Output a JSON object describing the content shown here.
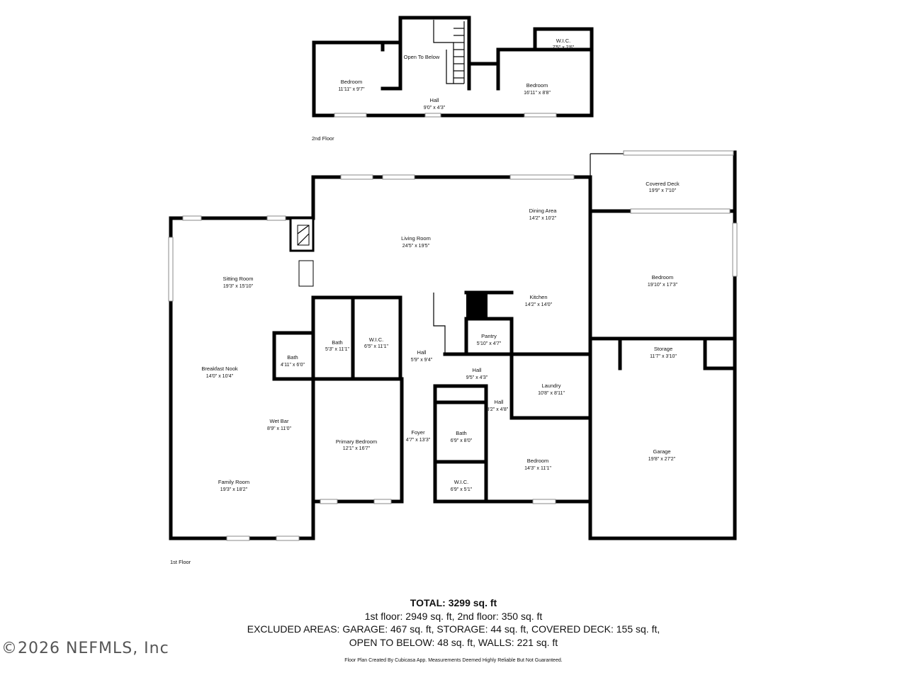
{
  "floors": {
    "second": {
      "label": "2nd Floor"
    },
    "first": {
      "label": "1st Floor"
    }
  },
  "rooms2": [
    {
      "name": "Bedroom",
      "dim": "11'11\" x 9'7\""
    },
    {
      "name": "Open To Below",
      "dim": ""
    },
    {
      "name": "W.I.C.",
      "dim": "7'5\" x 2'6\""
    },
    {
      "name": "Bedroom",
      "dim": "16'11\" x 8'8\""
    },
    {
      "name": "Hall",
      "dim": "9'0\" x 4'3\""
    }
  ],
  "rooms1": [
    {
      "name": "Covered Deck",
      "dim": "19'9\" x 7'10\""
    },
    {
      "name": "Dining Area",
      "dim": "14'2\" x 10'2\""
    },
    {
      "name": "Living Room",
      "dim": "24'5\" x 19'5\""
    },
    {
      "name": "Sitting Room",
      "dim": "19'3\" x 15'10\""
    },
    {
      "name": "Bedroom",
      "dim": "19'10\" x 17'3\""
    },
    {
      "name": "Kitchen",
      "dim": "14'2\" x 14'0\""
    },
    {
      "name": "Bath",
      "dim": "5'3\" x 11'1\""
    },
    {
      "name": "W.I.C.",
      "dim": "6'5\" x 11'1\""
    },
    {
      "name": "Pantry",
      "dim": "5'10\" x 4'7\""
    },
    {
      "name": "Storage",
      "dim": "11'7\" x 3'10\""
    },
    {
      "name": "Hall",
      "dim": "5'9\" x 9'4\""
    },
    {
      "name": "Bath",
      "dim": "4'11\" x 6'0\""
    },
    {
      "name": "Breakfast Nook",
      "dim": "14'0\" x 10'4\""
    },
    {
      "name": "Hall",
      "dim": "9'5\" x 4'3\""
    },
    {
      "name": "Laundry",
      "dim": "10'8\" x 8'11\""
    },
    {
      "name": "Hall",
      "dim": "3'2\" x 4'8\""
    },
    {
      "name": "Wet Bar",
      "dim": "8'9\" x 11'0\""
    },
    {
      "name": "Foyer",
      "dim": "4'7\" x 13'3\""
    },
    {
      "name": "Bath",
      "dim": "6'9\" x 8'0\""
    },
    {
      "name": "Primary Bedroom",
      "dim": "12'1\" x 16'7\""
    },
    {
      "name": "Garage",
      "dim": "19'8\" x 27'2\""
    },
    {
      "name": "Bedroom",
      "dim": "14'3\" x 11'1\""
    },
    {
      "name": "W.I.C.",
      "dim": "6'9\" x 5'1\""
    },
    {
      "name": "Family Room",
      "dim": "19'3\" x 18'2\""
    }
  ],
  "summary": {
    "total": "TOTAL: 3299 sq. ft",
    "line1": "1st floor: 2949 sq. ft, 2nd floor: 350 sq. ft",
    "line2": "EXCLUDED AREAS: GARAGE: 467 sq. ft, STORAGE: 44 sq. ft, COVERED DECK: 155 sq. ft,",
    "line3": "OPEN TO BELOW: 48 sq. ft, WALLS: 221 sq. ft",
    "disclaimer": "Floor Plan Created By Cubicasa App. Measurements Deemed Highly Reliable But Not Guaranteed."
  },
  "watermark": "©2026 NEFMLS, Inc"
}
